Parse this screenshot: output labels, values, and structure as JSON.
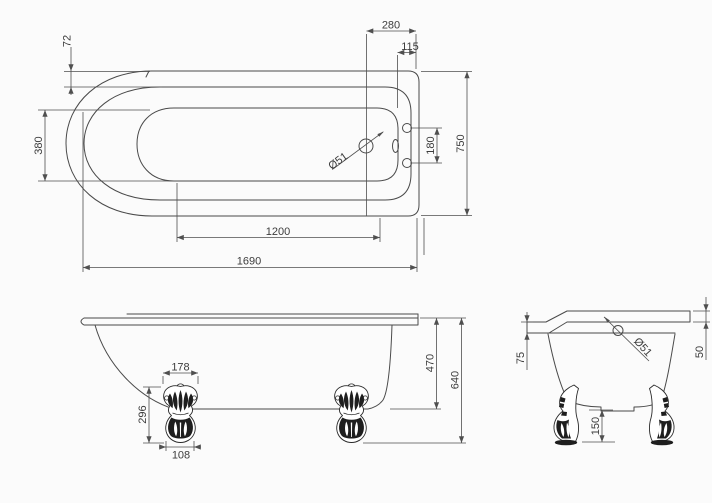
{
  "drawing": {
    "colors": {
      "background": "#fbfbfb",
      "line": "#4a4a4a",
      "text": "#3c3c3c",
      "foot_fill": "#1e1e1e"
    },
    "plan": {
      "dim_rim_width": "72",
      "dim_drain_to_end": "280",
      "dim_overflow_to_end": "115",
      "dim_inner_width": "380",
      "dim_tap_spacing": "180",
      "dim_overall_width": "750",
      "dim_basin_length": "1200",
      "dim_overall_length": "1690",
      "dim_waste_diameter": "Ø51"
    },
    "front": {
      "dim_foot_top_width": "178",
      "dim_foot_height": "296",
      "dim_foot_base_width": "108",
      "dim_rim_to_underside": "470",
      "dim_overall_height": "640"
    },
    "side": {
      "dim_rim_edge_height": "75",
      "dim_waste_diameter": "Ø51",
      "dim_rim_thickness": "50",
      "dim_underside_clearance": "150"
    }
  }
}
